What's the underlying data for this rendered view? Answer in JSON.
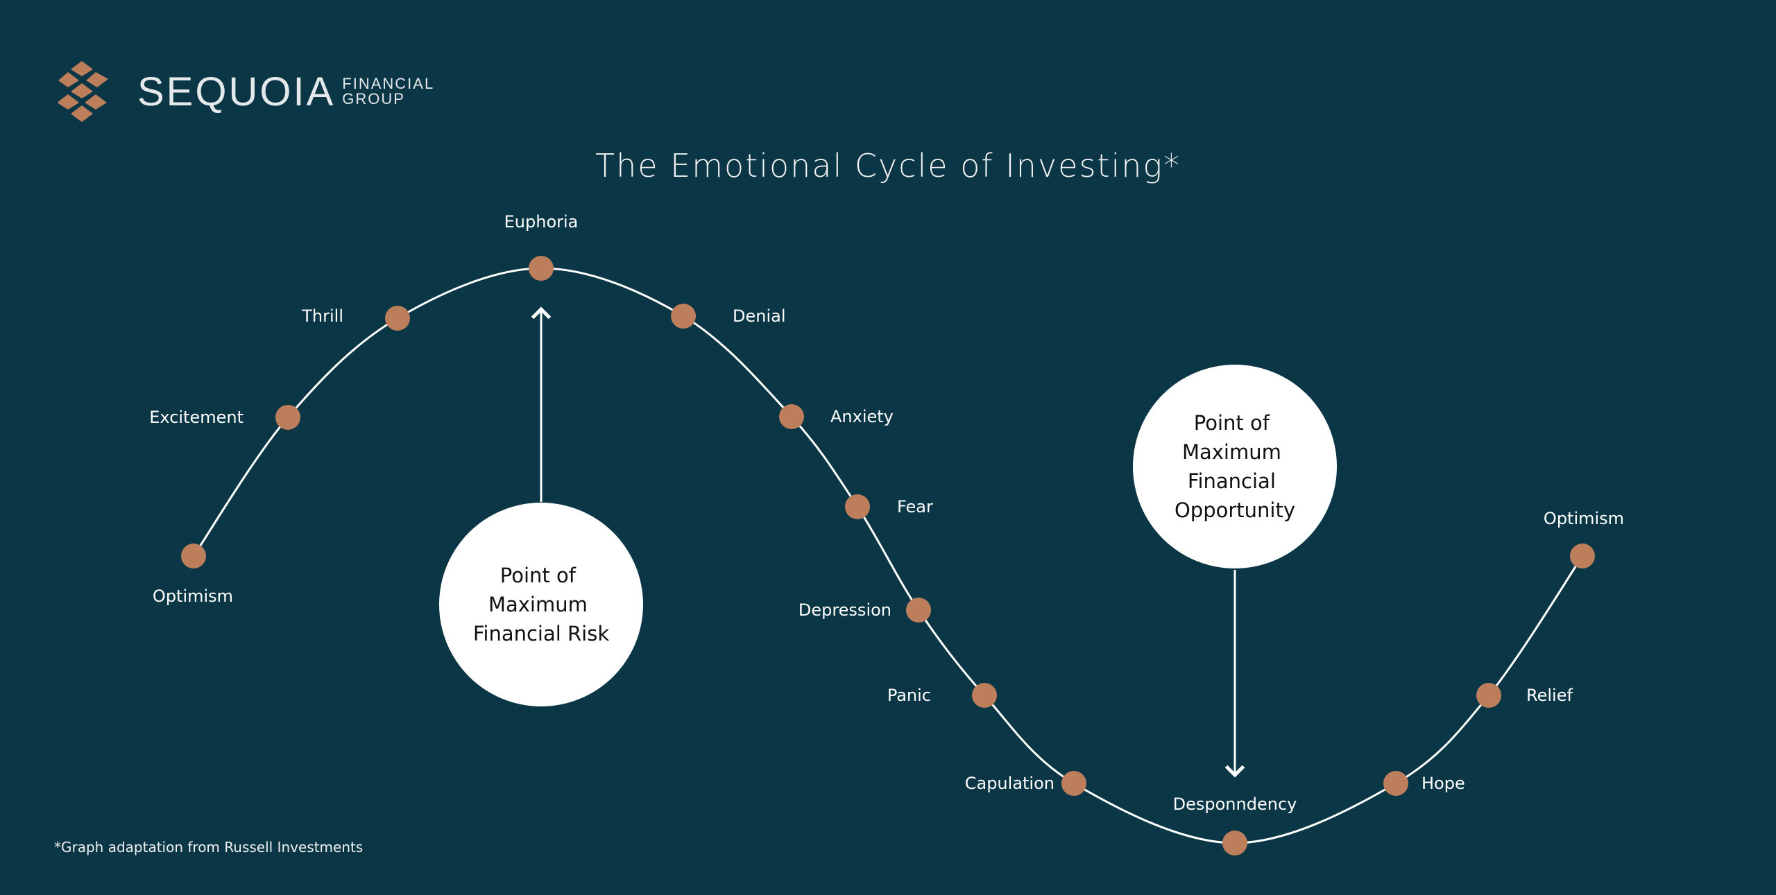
{
  "logo": {
    "brand": "SEQUOIA",
    "line1": "FINANCIAL",
    "line2": "GROUP"
  },
  "title": "The Emotional Cycle of Investing*",
  "stages": [
    "Optimism",
    "Excitement",
    "Thrill",
    "Euphoria",
    "Denial",
    "Anxiety",
    "Fear",
    "Depression",
    "Panic",
    "Capulation",
    "Desponndency",
    "Hope",
    "Relief",
    "Optimism"
  ],
  "callouts": {
    "risk": [
      "Point of",
      "Maximum",
      "Financial Risk"
    ],
    "opportunity": [
      "Point of",
      "Maximum",
      "Financial",
      "Opportunity"
    ]
  },
  "footnote": "*Graph adaptation from Russell Investments",
  "colors": {
    "background": "#0a3645",
    "dot": "#bd7f5b",
    "line": "#ffffff"
  }
}
